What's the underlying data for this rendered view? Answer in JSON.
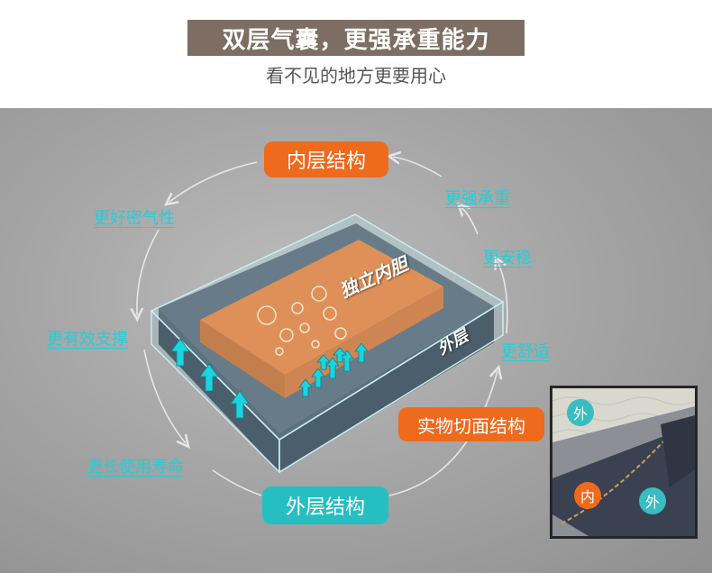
{
  "header": {
    "title": "双层气囊，更强承重能力",
    "subtitle": "看不见的地方更要用心"
  },
  "diagram": {
    "inner_structure_label": "内层结构",
    "outer_structure_label": "外层结构",
    "inner_bladder_label": "独立内胆",
    "outer_layer_label": "外层",
    "features": {
      "airtight": "更好密气性",
      "support": "更有效支撑",
      "lifespan": "更长使用寿命",
      "load_bearing": "更强承重",
      "stability": "更安稳",
      "comfort": "更舒适"
    },
    "cross_section_label": "实物切面结构"
  },
  "inset": {
    "outer_badge_top": "外",
    "inner_badge": "内",
    "outer_badge_bottom": "外"
  },
  "colors": {
    "title_bg": "#7d6d62",
    "orange": "#ee6a1c",
    "teal": "#26bfc1",
    "feature_text": "#1fd0d9",
    "arrow": "#1ad4e0"
  }
}
